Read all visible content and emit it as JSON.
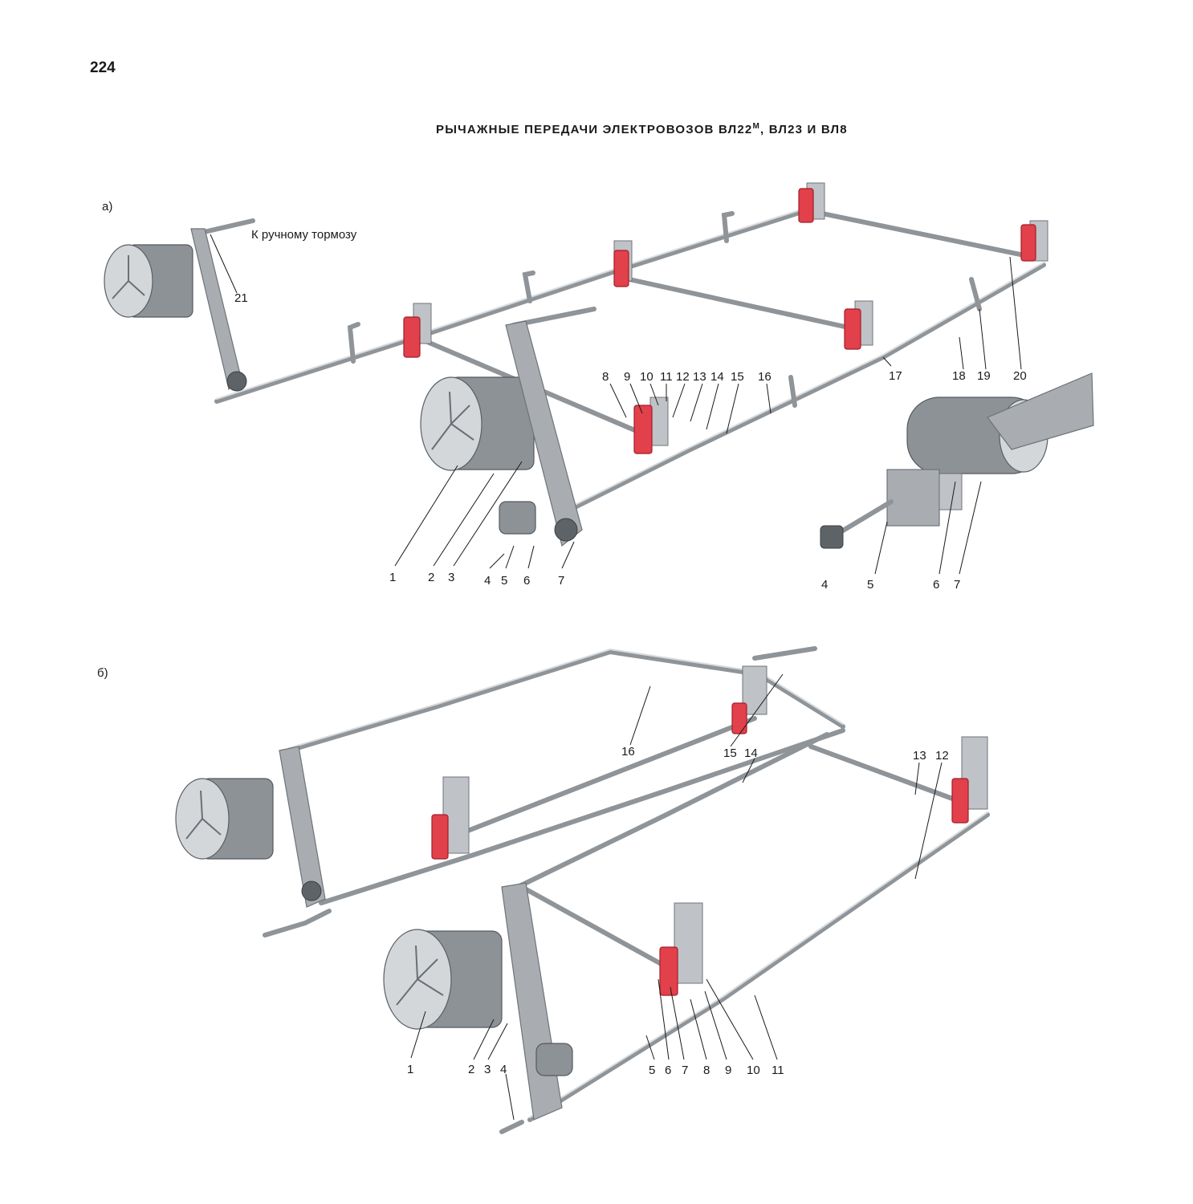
{
  "page_number": "224",
  "title": {
    "main": "РЫЧАЖНЫЕ ПЕРЕДАЧИ ЭЛЕКТРОВОЗОВ ВЛ22",
    "superscript": "М",
    "rest": ", ВЛ23 И ВЛ8"
  },
  "panel_a": {
    "label": "а)",
    "hand_brake_note": "К ручному тормозу",
    "callouts": [
      "1",
      "2",
      "3",
      "4",
      "5",
      "6",
      "7",
      "8",
      "9",
      "10",
      "11",
      "12",
      "13",
      "14",
      "15",
      "16",
      "17",
      "18",
      "19",
      "20",
      "21"
    ],
    "inset_callouts": [
      "4",
      "5",
      "6",
      "7"
    ]
  },
  "panel_b": {
    "label": "б)",
    "callouts": [
      "1",
      "2",
      "3",
      "4",
      "5",
      "6",
      "7",
      "8",
      "9",
      "10",
      "11",
      "12",
      "13",
      "14",
      "15",
      "16"
    ]
  },
  "colors": {
    "brake_shoe": "#e2404b",
    "metal": "#a9adb1"
  }
}
